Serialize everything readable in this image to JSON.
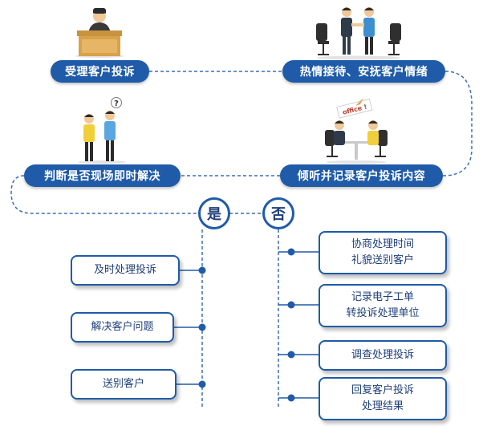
{
  "steps": {
    "accept": "受理客户投诉",
    "reception": "热情接待、安抚客户情绪",
    "judge": "判断是否现场即时解决",
    "listen": "倾听并记录客户投诉内容"
  },
  "branches": {
    "yes": "是",
    "no": "否"
  },
  "yes_items": [
    "及时处理投诉",
    "解决客户问题",
    "送别客户"
  ],
  "no_items": [
    {
      "line1": "协商处理时间",
      "line2": "礼貌送别客户"
    },
    {
      "line1": "记录电子工单",
      "line2": "转投诉处理单位"
    },
    {
      "line1": "调查处理投诉",
      "line2": ""
    },
    {
      "line1": "回复客户投诉",
      "line2": "处理结果"
    }
  ],
  "illustration_text": {
    "office_sign": "office !",
    "question_mark": "?"
  },
  "colors": {
    "accent": "#1f5ba8",
    "text": "#1f3f7a",
    "line": "#3a6fb8"
  }
}
